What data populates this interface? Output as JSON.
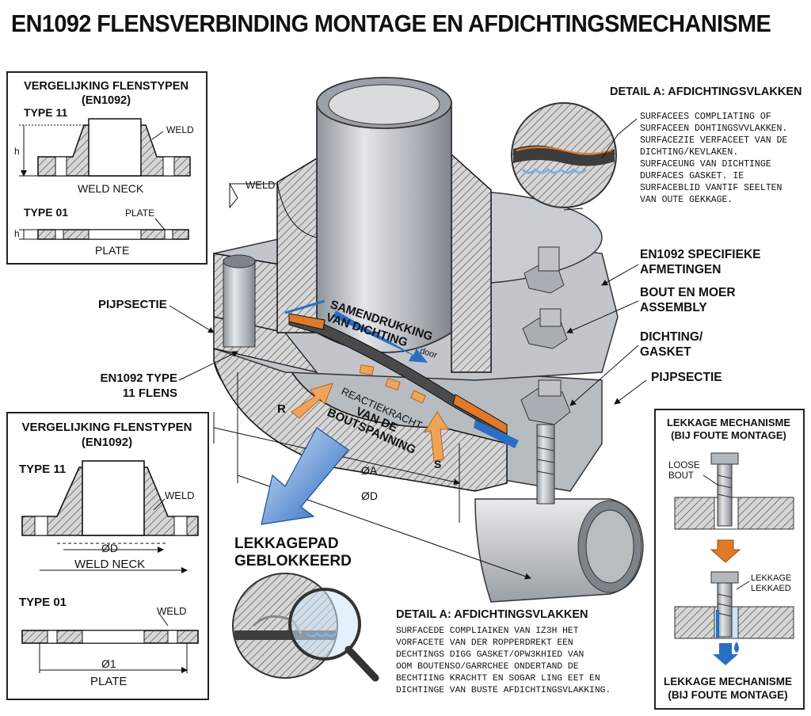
{
  "title": "EN1092 FLENSVERBINDING MONTAGE EN AFDICHTINGSMECHANISME",
  "top_left_box": {
    "heading_line1": "VERGELIJKING FLENSTYPEN",
    "heading_line2": "(EN1092)",
    "type11": "TYPE 11",
    "weld": "WELD",
    "h": "h",
    "caption11": "WELD NECK",
    "type01": "TYPE 01",
    "plate_tag": "PLATE",
    "caption01": "PLATE"
  },
  "bottom_left_box": {
    "heading_line1": "VERGELIJKING FLENSTYPEN",
    "heading_line2": "(EN1092)",
    "type11": "TYPE 11",
    "weld": "WELD",
    "dim11": "ØD",
    "caption11": "WELD NECK",
    "type01": "TYPE 01",
    "weld01": "WELD",
    "dim01": "Ø1",
    "caption01": "PLATE"
  },
  "detail_top": {
    "heading": "DETAIL A: AFDICHTINGSVLAKKEN",
    "lines": [
      "SURFACEES COMPLIATING OF",
      "SURFACEEN DOHTINGSVVLAKKEN.",
      "SURFACEZIE VERFACEET VAN DE",
      "DICHTING/KEVLAKEN.",
      "SURFACEUNG VAN DICHTINGE",
      "DURFACES GASKET. IE",
      "SURFACEBLID VANTIF SEELTEN",
      "VAN OUTE GEKKAGE."
    ]
  },
  "callouts": {
    "weld": "WELD",
    "pijpsectie_left": "PIJPSECTIE",
    "type11_flens_1": "EN1092 TYPE",
    "type11_flens_2": "11 FLENS",
    "specifieke_1": "EN1092 SPECIFIEKE",
    "specifieke_2": "AFMETINGEN",
    "bout_1": "BOUT EN MOER",
    "bout_2": "ASSEMBLY",
    "dichting_1": "DICHTING/",
    "dichting_2": "GASKET",
    "pijpsectie_right": "PIJPSECTIE",
    "samendrukking_1": "SAMENDRUKKING",
    "samendrukking_2": "VAN DICHTING",
    "door": "door",
    "reactie_1": "REACTIEKRACHT",
    "reactie_2": "VAN DE",
    "reactie_3": "BOUTSPANNING",
    "r": "R",
    "s": "S",
    "phi_a": "ØA",
    "phi_d": "ØD",
    "lekkagepad_1": "LEKKAGEPAD",
    "lekkagepad_2": "GEBLOKKEERD"
  },
  "detail_bottom": {
    "heading": "DETAIL A: AFDICHTINGSVLAKKEN",
    "lines": [
      "SURFACEDE COMPLIAIKEN VAN IZ3H HET",
      "VORFACETE VAN DER ROPPERDREKT EEN",
      "DECHTINGS DIGG GASKET/OPW3KHIED VAN",
      "OOM BOUTENSO/GARRCHEE ONDERTAND DE",
      "BECHTIING KRACHTT EN SOGAR LING EET EN",
      "DICHTINGE VAN BUSTE AFDICHTINGSVLAKKING."
    ]
  },
  "leak_box": {
    "heading_line1": "LEKKAGE MECHANISME",
    "heading_line2": "(BIJ FOUTE MONTAGE)",
    "loose_1": "LOOSE",
    "loose_2": "BOUT",
    "leak_1": "LEKKAGE",
    "leak_2": "LEKKAED",
    "footer_line1": "LEKKAGE MECHANISME",
    "footer_line2": "(BIJ FOUTE MONTAGE)"
  },
  "colors": {
    "hatch": "#555555",
    "steel": "#c9cdd2",
    "gasket_orange": "#e07a2a",
    "arrow_blue": "#2a6fc4",
    "arrow_orange": "#f0a45a"
  }
}
